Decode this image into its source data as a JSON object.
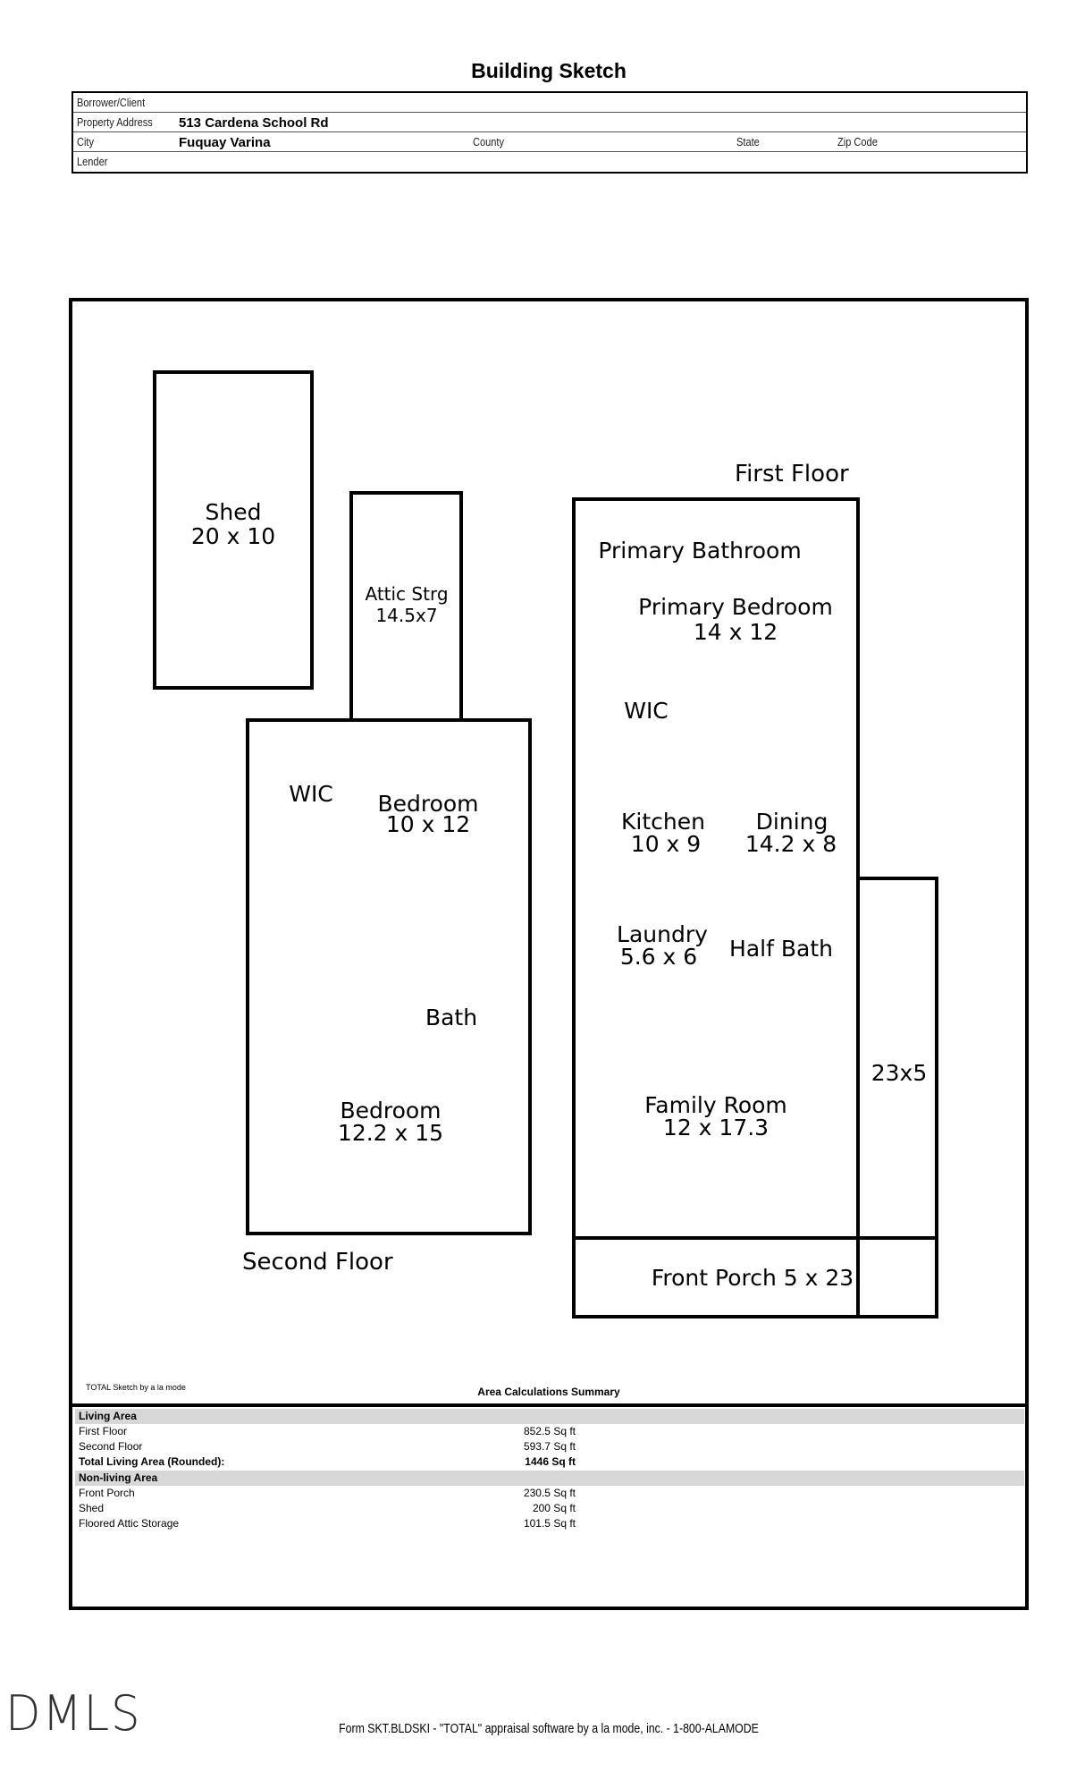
{
  "title": "Building Sketch",
  "header": {
    "borrower_label": "Borrower/Client",
    "borrower_value": "",
    "address_label": "Property Address",
    "address_value": "513 Cardena School Rd",
    "city_label": "City",
    "city_value": "Fuquay Varina",
    "county_label": "County",
    "state_label": "State",
    "zip_label": "Zip Code",
    "lender_label": "Lender"
  },
  "sketch": {
    "shed": {
      "name": "Shed",
      "dims": "20 x 10"
    },
    "attic": {
      "name": "Attic Strg",
      "dims": "14.5x7"
    },
    "second_floor": {
      "label": "Second Floor",
      "wic": "WIC",
      "bedroom1": {
        "name": "Bedroom",
        "dims": "10 x 12"
      },
      "bath": "Bath",
      "bedroom2": {
        "name": "Bedroom",
        "dims": "12.2 x 15"
      }
    },
    "first_floor": {
      "label": "First Floor",
      "primary_bath": "Primary Bathroom",
      "primary_bed": {
        "name": "Primary Bedroom",
        "dims": "14 x 12"
      },
      "wic": "WIC",
      "kitchen": {
        "name": "Kitchen",
        "dims": "10 x 9"
      },
      "dining": {
        "name": "Dining",
        "dims": "14.2 x 8"
      },
      "laundry": {
        "name": "Laundry",
        "dims": "5.6 x 6"
      },
      "half_bath": "Half Bath",
      "family": {
        "name": "Family Room",
        "dims": "12 x 17.3"
      },
      "side_porch": "23x5",
      "front_porch": "Front Porch 5 x 23"
    }
  },
  "calc": {
    "sketch_by": "TOTAL Sketch by a la mode",
    "title": "Area Calculations Summary",
    "living_header": "Living Area",
    "living": [
      {
        "name": "First Floor",
        "value": "852.5 Sq ft"
      },
      {
        "name": "Second Floor",
        "value": "593.7 Sq ft"
      }
    ],
    "total": {
      "name": "Total Living Area (Rounded):",
      "value": "1446 Sq ft"
    },
    "nonliving_header": "Non-living Area",
    "nonliving": [
      {
        "name": "Front Porch",
        "value": "230.5 Sq ft"
      },
      {
        "name": "Shed",
        "value": "200 Sq ft"
      },
      {
        "name": "Floored Attic Storage",
        "value": "101.5 Sq ft"
      }
    ]
  },
  "logo": "DMLS",
  "footer": "Form SKT.BLDSKI - \"TOTAL\" appraisal software by a la mode, inc. - 1-800-ALAMODE"
}
